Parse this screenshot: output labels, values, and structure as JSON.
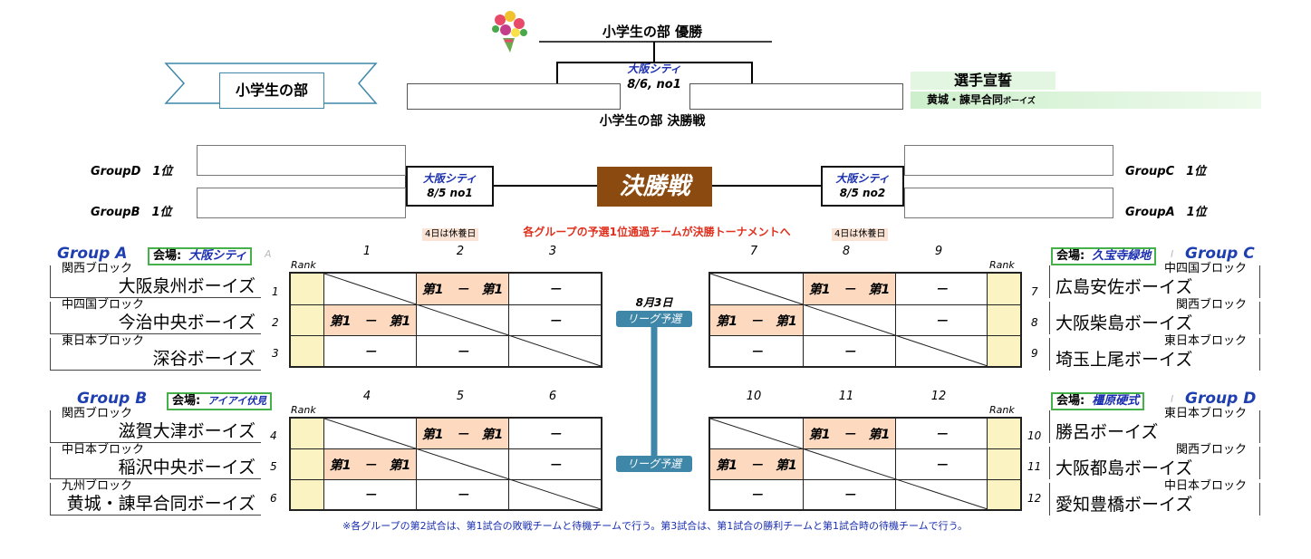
{
  "header": {
    "champion_title": "小学生の部 優勝",
    "final_venue": "大阪シティ",
    "final_date": "8/6, no1",
    "final_title": "小学生の部 決勝戦",
    "banner_label": "小学生の部",
    "oath_title": "選手宣誓",
    "oath_team": "黄城・諌早合同",
    "oath_suffix": "ボーイズ"
  },
  "semis": {
    "left_venue": "大阪シティ",
    "left_date": "8/5  no1",
    "right_venue": "大阪シティ",
    "right_date": "8/5  no2",
    "final_label": "決勝戦",
    "left_top": "GroupD　1位",
    "left_bottom": "GroupB　1位",
    "right_top": "GroupC　1位",
    "right_bottom": "GroupA　1位",
    "note": "各グループの予選1位通過チームが決勝トーナメントへ"
  },
  "rest_day": "4日は休養日",
  "league": {
    "date": "8月3日",
    "label": "リーグ予選"
  },
  "rank_label": "Rank",
  "match_first": "第1　－　第1",
  "dash": "－",
  "groups": {
    "A": {
      "name": "Group A",
      "venue_label": "会場:",
      "venue": "大阪シティ",
      "mark": "A",
      "cols": [
        "1",
        "2",
        "3"
      ],
      "teams": [
        {
          "block": "関西ブロック",
          "name": "大阪泉州ボーイズ",
          "num": "1"
        },
        {
          "block": "中四国ブロック",
          "name": "今治中央ボーイズ",
          "num": "2"
        },
        {
          "block": "東日本ブロック",
          "name": "深谷ボーイズ",
          "num": "3"
        }
      ]
    },
    "B": {
      "name": "Group B",
      "venue_label": "会場:",
      "venue": "アイアイ伏見",
      "cols": [
        "4",
        "5",
        "6"
      ],
      "teams": [
        {
          "block": "関西ブロック",
          "name": "滋賀大津ボーイズ",
          "num": "4"
        },
        {
          "block": "中日本ブロック",
          "name": "稲沢中央ボーイズ",
          "num": "5"
        },
        {
          "block": "九州ブロック",
          "name": "黄城・諌早合同ボーイズ",
          "num": "6"
        }
      ]
    },
    "C": {
      "name": "Group C",
      "venue_label": "会場:",
      "venue": "久宝寺緑地",
      "mark": "I",
      "cols": [
        "7",
        "8",
        "9"
      ],
      "teams": [
        {
          "block": "中四国ブロック",
          "name": "広島安佐ボーイズ",
          "num": "7"
        },
        {
          "block": "関西ブロック",
          "name": "大阪柴島ボーイズ",
          "num": "8"
        },
        {
          "block": "東日本ブロック",
          "name": "埼玉上尾ボーイズ",
          "num": "9"
        }
      ]
    },
    "D": {
      "name": "Group D",
      "venue_label": "会場:",
      "venue": "橿原硬式",
      "mark": "I",
      "cols": [
        "10",
        "11",
        "12"
      ],
      "teams": [
        {
          "block": "東日本ブロック",
          "name": "勝呂ボーイズ",
          "num": "10"
        },
        {
          "block": "関西ブロック",
          "name": "大阪都島ボーイズ",
          "num": "11"
        },
        {
          "block": "中日本ブロック",
          "name": "愛知豊橋ボーイズ",
          "num": "12"
        }
      ]
    }
  },
  "footnote": "※各グループの第2試合は、第1試合の敗戦チームと待機チームで行う。第3試合は、第1試合の勝利チームと第1試合時の待機チームで行う。"
}
